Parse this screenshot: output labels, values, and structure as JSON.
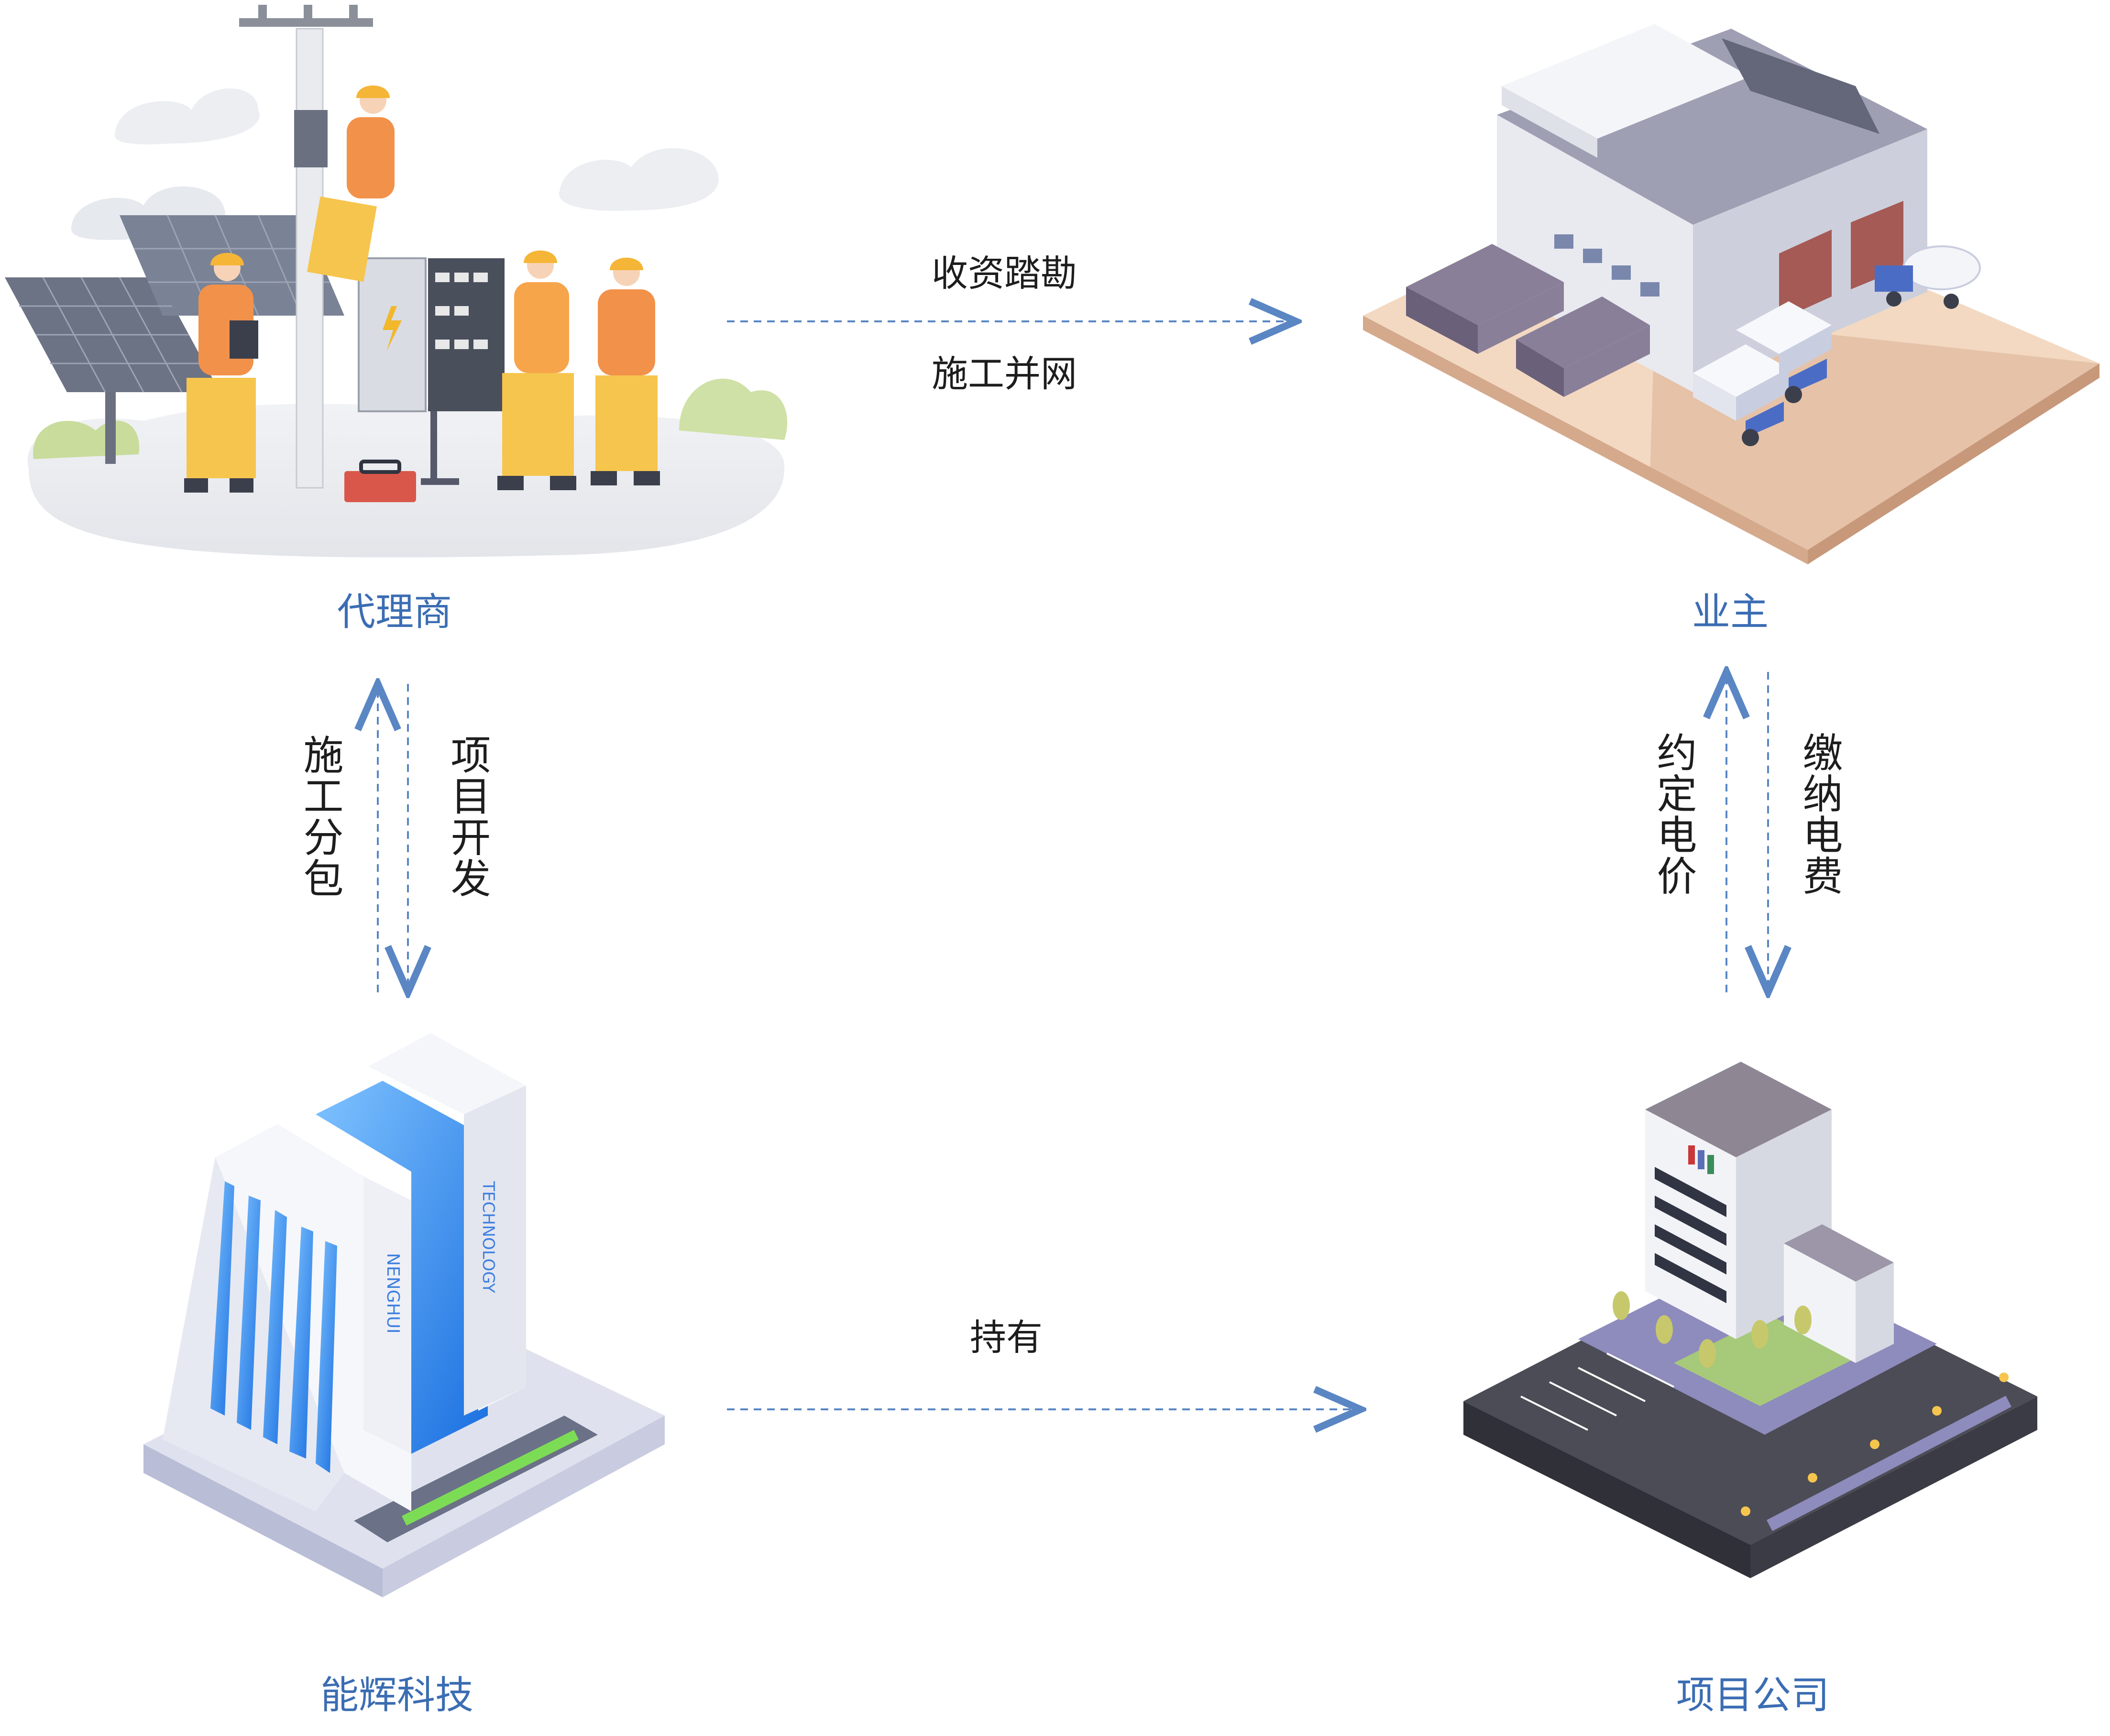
{
  "nodes": {
    "agent": {
      "label": "代理商"
    },
    "owner": {
      "label": "业主"
    },
    "nenghui": {
      "label": "能辉科技"
    },
    "project_company": {
      "label": "项目公司"
    }
  },
  "edges": {
    "agent_to_owner": {
      "labels": [
        "收资踏勘",
        "施工并网"
      ]
    },
    "agent_nenghui_up": {
      "label": "施工分包"
    },
    "agent_nenghui_down": {
      "label": "项目开发"
    },
    "owner_project_up": {
      "label": "约定电价"
    },
    "owner_project_down": {
      "label": "缴纳电费"
    },
    "nenghui_to_project": {
      "label": "持有"
    }
  },
  "building_marks": {
    "nenghui_vertical_text_1": "NENGHUI",
    "nenghui_vertical_text_2": "TECHNOLOGY"
  },
  "colors": {
    "label_blue": "#3b6db3",
    "arrow_blue": "#5a86c4",
    "text_dark": "#1d1d1d"
  }
}
